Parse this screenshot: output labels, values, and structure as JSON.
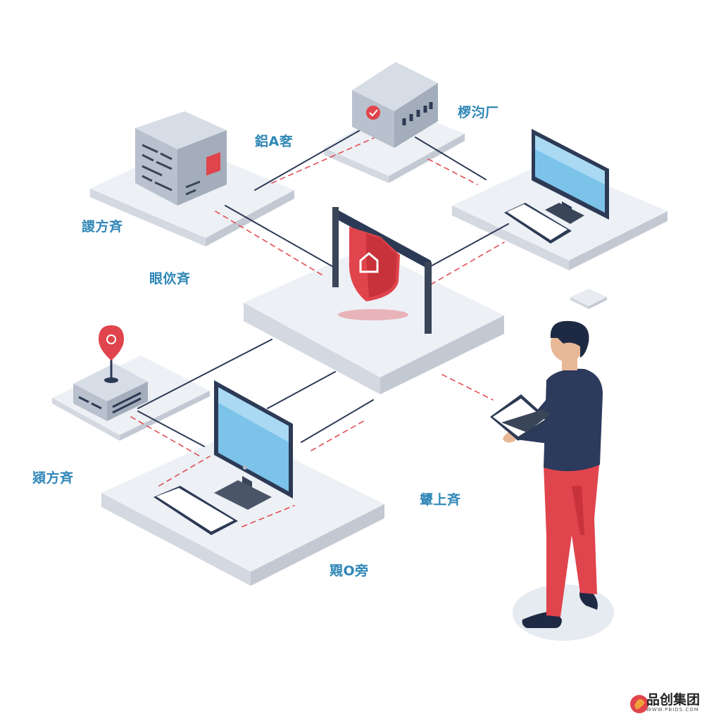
{
  "labels": {
    "top_left_server": "鋁A㚚",
    "top_center_server": "椤汮厂",
    "left_platform": "謖方斉",
    "gateway": "眼佽斉",
    "router": "熲方斉",
    "bottom_right": "顰上斉",
    "bottom_center": "覭O旁"
  },
  "brand": {
    "name": "品创集团",
    "url": "WWW.PBIDS.COM"
  },
  "colors": {
    "accent_red": "#e0444c",
    "label_blue": "#2f86b7",
    "platform": "#eef1f6",
    "screen": "#7cc3ea",
    "shirt": "#2c3a5c",
    "pants": "#e0444c"
  }
}
